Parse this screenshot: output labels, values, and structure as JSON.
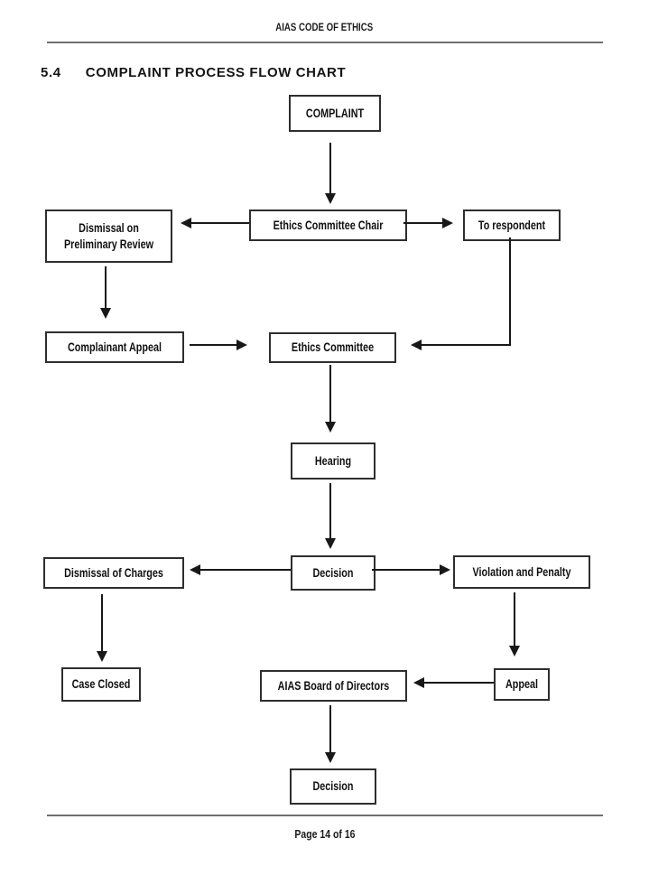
{
  "page": {
    "header_title": "AIAS CODE OF ETHICS",
    "section_number": "5.4",
    "section_title": "COMPLAINT PROCESS FLOW CHART",
    "footer_page_label": "Page 14 of 16"
  },
  "flowchart": {
    "nodes": {
      "complaint": "COMPLAINT",
      "ethics_committee_chair": "Ethics Committee Chair",
      "dismissal_on_preliminary_review": "Dismissal on\nPreliminary Review",
      "to_respondent": "To respondent",
      "complainant_appeal": "Complainant Appeal",
      "ethics_committee": "Ethics Committee",
      "hearing": "Hearing",
      "decision": "Decision",
      "dismissal_of_charges": "Dismissal of Charges",
      "violation_and_penalty": "Violation and Penalty",
      "case_closed": "Case Closed",
      "aias_board_of_directors": "AIAS Board of Directors",
      "appeal": "Appeal",
      "final_decision": "Decision"
    },
    "edges": [
      {
        "from": "COMPLAINT",
        "to": "Ethics Committee Chair"
      },
      {
        "from": "Ethics Committee Chair",
        "to": "Dismissal on Preliminary Review"
      },
      {
        "from": "Ethics Committee Chair",
        "to": "To respondent"
      },
      {
        "from": "Dismissal on Preliminary Review",
        "to": "Complainant Appeal"
      },
      {
        "from": "Complainant Appeal",
        "to": "Ethics Committee"
      },
      {
        "from": "To respondent",
        "to": "Ethics Committee"
      },
      {
        "from": "Ethics Committee",
        "to": "Hearing"
      },
      {
        "from": "Hearing",
        "to": "Decision"
      },
      {
        "from": "Decision",
        "to": "Dismissal of Charges"
      },
      {
        "from": "Decision",
        "to": "Violation and Penalty"
      },
      {
        "from": "Dismissal of Charges",
        "to": "Case Closed"
      },
      {
        "from": "Violation and Penalty",
        "to": "Appeal"
      },
      {
        "from": "Appeal",
        "to": "AIAS Board of Directors"
      },
      {
        "from": "AIAS Board of Directors",
        "to": "Decision"
      }
    ]
  },
  "colors": {
    "text": "#111111",
    "node_border": "#2e2e2e",
    "rule": "#6f6f6f",
    "background": "#ffffff"
  }
}
